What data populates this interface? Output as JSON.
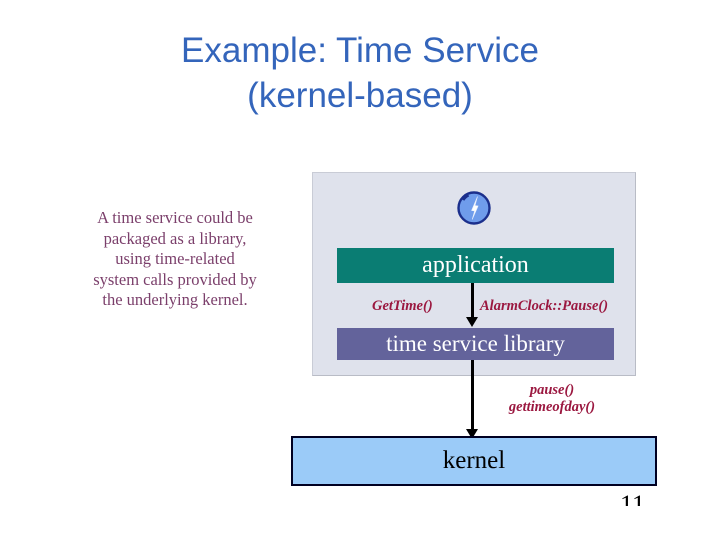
{
  "slide": {
    "title": "Example: Time Service\n(kernel-based)",
    "title_color": "#3465bb",
    "page_number": "11",
    "caption": "A time service could be\npackaged as a library,\nusing time-related\nsystem calls provided by\nthe underlying kernel.",
    "caption_color": "#7b3f6b"
  },
  "diagram": {
    "panel_label": "user-space-panel",
    "panel_color": "#dfe2ec",
    "icon": {
      "name": "clock-icon",
      "body_color": "#6f9ceb",
      "outline_color": "#1b2f8c",
      "hand_color": "#ffffff"
    },
    "boxes": [
      {
        "id": "application",
        "label": "application",
        "fill": "#0a7d73",
        "text_color": "#ffffff"
      },
      {
        "id": "library",
        "label": "time service library",
        "fill": "#63639b",
        "text_color": "#ffffff"
      },
      {
        "id": "kernel",
        "label": "kernel",
        "fill": "#9bcbf8",
        "text_color": "#000000"
      }
    ],
    "calls": [
      {
        "id": "gettime",
        "label": "GetTime()"
      },
      {
        "id": "alarmclock-pause",
        "label": "AlarmClock::Pause()"
      },
      {
        "id": "syscalls",
        "label": "pause()\ngettimeofday()"
      }
    ],
    "call_color": "#9b1840",
    "arrows": [
      {
        "id": "application-to-library",
        "direction": "down"
      },
      {
        "id": "library-to-kernel",
        "direction": "down"
      }
    ]
  }
}
